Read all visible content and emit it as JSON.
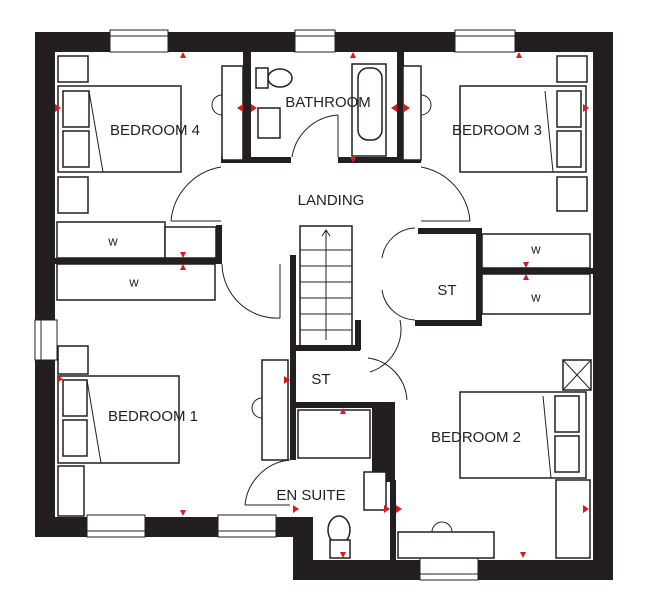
{
  "rooms": {
    "bedroom4": "BEDROOM 4",
    "bathroom": "BATHROOM",
    "bedroom3": "BEDROOM 3",
    "landing": "LANDING",
    "bedroom1": "BEDROOM 1",
    "bedroom2": "BEDROOM 2",
    "en_suite": "EN SUITE",
    "store_landing": "ST",
    "store_stairs": "ST"
  },
  "wardrobes": {
    "bed4_wardrobe": "W",
    "bed1_wardrobe": "W",
    "bed3_wardrobe": "W",
    "bed2_wardrobe": "W"
  },
  "colors": {
    "wall": "#231f20",
    "marker": "#d71920"
  }
}
